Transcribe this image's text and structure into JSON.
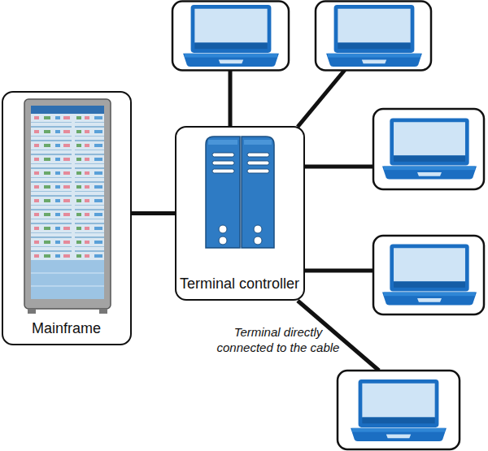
{
  "diagram": {
    "nodes": [
      {
        "text": [
          "Mainframe"
        ]
      },
      {
        "text": [
          "Terminal controller"
        ]
      }
    ],
    "edges": [
      {
        "from": 0,
        "to": 1,
        "arrow": "none"
      }
    ],
    "labels": [
      "Terminal directly connected to the cable"
    ]
  }
}
